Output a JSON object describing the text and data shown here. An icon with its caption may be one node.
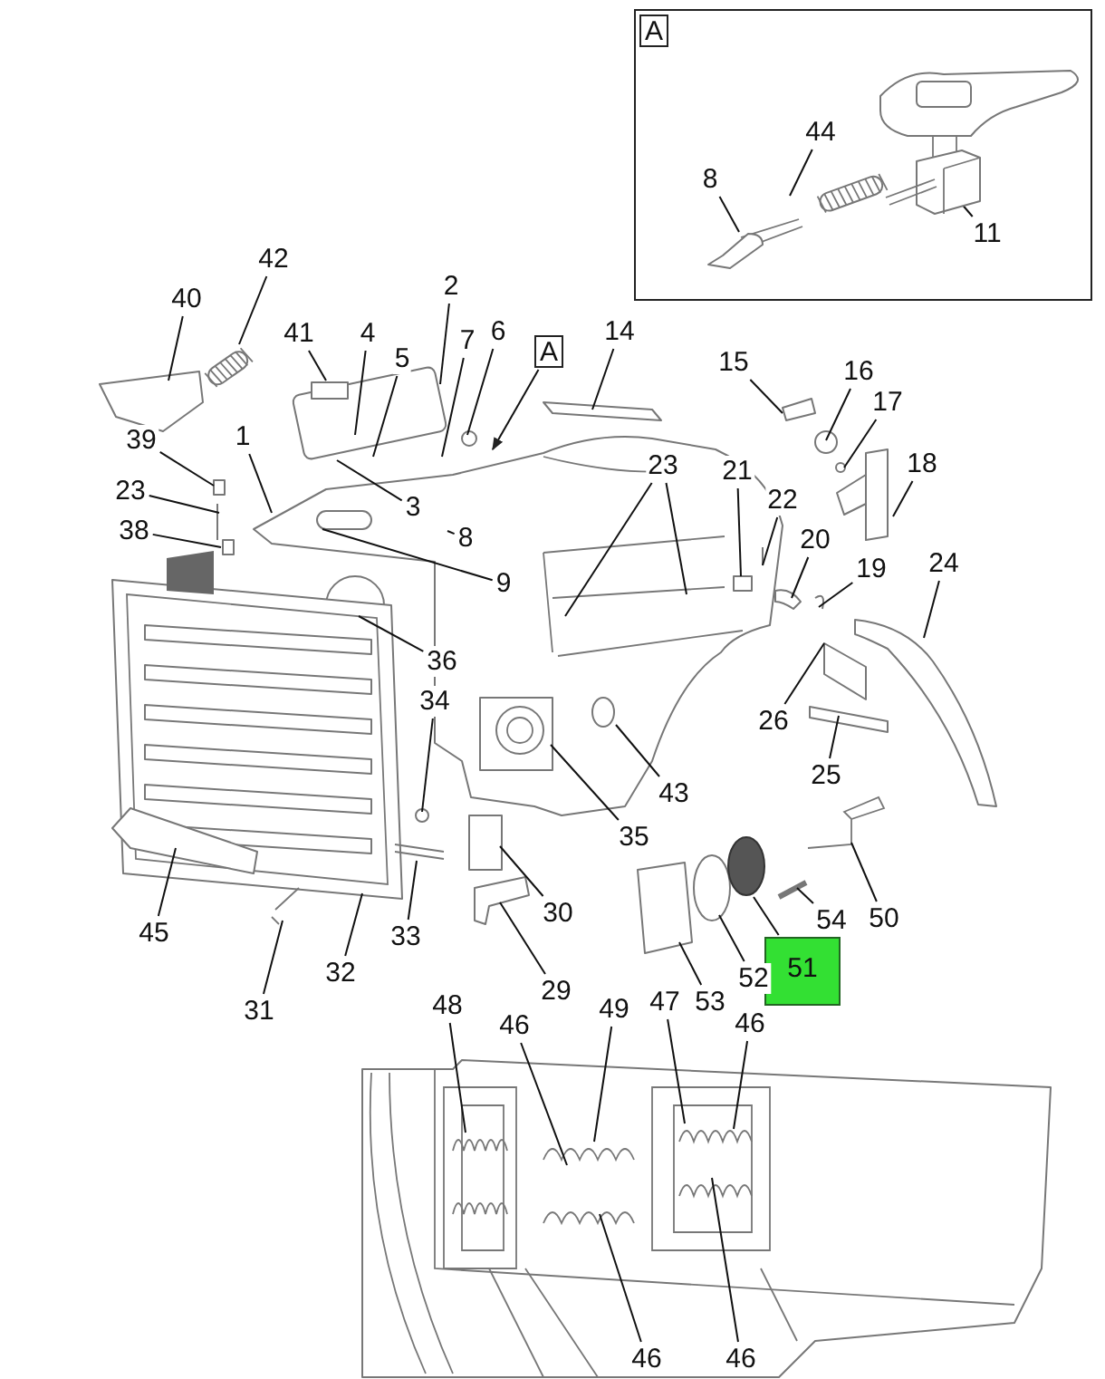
{
  "diagram": {
    "nodes": [
      {
        "text": [],
        "shape": "box"
      },
      {
        "text": [
          "44"
        ],
        "in": 0
      },
      {
        "text": [
          "8"
        ],
        "in": 0
      },
      {
        "text": [
          "11"
        ],
        "in": 0
      },
      {
        "text": [
          "42"
        ]
      },
      {
        "text": [
          "40"
        ]
      },
      {
        "text": [
          "41"
        ]
      },
      {
        "text": [
          "2"
        ]
      },
      {
        "text": [
          "4"
        ]
      },
      {
        "text": [
          "5"
        ]
      },
      {
        "text": [
          "7"
        ]
      },
      {
        "text": [
          "6"
        ]
      },
      {
        "text": [
          "A"
        ]
      },
      {
        "text": [
          "14"
        ]
      },
      {
        "text": [
          "1"
        ]
      },
      {
        "text": [
          "39"
        ]
      },
      {
        "text": [
          "23"
        ]
      },
      {
        "text": [
          "38"
        ]
      },
      {
        "text": [
          "3"
        ]
      },
      {
        "text": [
          "8"
        ]
      },
      {
        "text": [
          "9"
        ]
      },
      {
        "text": [
          "36"
        ]
      },
      {
        "text": [
          "15"
        ]
      },
      {
        "text": [
          "16"
        ]
      },
      {
        "text": [
          "17"
        ]
      },
      {
        "text": [
          "18"
        ]
      },
      {
        "text": [
          "23"
        ]
      },
      {
        "text": [
          "21"
        ]
      },
      {
        "text": [
          "22"
        ]
      },
      {
        "text": [
          "20"
        ]
      },
      {
        "text": [
          "19"
        ]
      },
      {
        "text": [
          "24"
        ]
      },
      {
        "text": [
          "26"
        ]
      },
      {
        "text": [
          "25"
        ]
      },
      {
        "text": [
          "43"
        ]
      },
      {
        "text": [
          "35"
        ]
      },
      {
        "text": [
          "34"
        ]
      },
      {
        "text": [
          "45"
        ]
      },
      {
        "text": [
          "32"
        ]
      },
      {
        "text": [
          "31"
        ]
      },
      {
        "text": [
          "33"
        ]
      },
      {
        "text": [
          "30"
        ]
      },
      {
        "text": [
          "29"
        ]
      },
      {
        "text": [
          "50"
        ]
      },
      {
        "text": [
          "54"
        ]
      },
      {
        "text": [
          "51"
        ]
      },
      {
        "text": [
          "52"
        ]
      },
      {
        "text": [
          "53"
        ]
      },
      {
        "text": [
          "48"
        ]
      },
      {
        "text": [
          "46"
        ]
      },
      {
        "text": [
          "49"
        ]
      },
      {
        "text": [
          "47"
        ]
      },
      {
        "text": [
          "46"
        ]
      },
      {
        "text": [
          "46"
        ]
      },
      {
        "text": [
          "46"
        ]
      },
      {
        "text": [
          "A"
        ],
        "in": 0
      }
    ],
    "edges": [
      {
        "from": 1,
        "to": null,
        "arrow": "none"
      },
      {
        "from": 2,
        "to": null,
        "arrow": "none"
      },
      {
        "from": 3,
        "to": null,
        "arrow": "none"
      },
      {
        "from": 4,
        "to": null,
        "arrow": "none"
      },
      {
        "from": 5,
        "to": null,
        "arrow": "none"
      },
      {
        "from": 6,
        "to": null,
        "arrow": "none"
      },
      {
        "from": 7,
        "to": null,
        "arrow": "none"
      },
      {
        "from": 8,
        "to": null,
        "arrow": "none"
      },
      {
        "from": 9,
        "to": null,
        "arrow": "none"
      },
      {
        "from": 10,
        "to": null,
        "arrow": "none"
      },
      {
        "from": 11,
        "to": null,
        "arrow": "none"
      },
      {
        "from": 12,
        "to": null,
        "arrow": "to"
      },
      {
        "from": 13,
        "to": null,
        "arrow": "none"
      },
      {
        "from": 14,
        "to": null,
        "arrow": "none"
      },
      {
        "from": 15,
        "to": null,
        "arrow": "none"
      },
      {
        "from": 16,
        "to": null,
        "arrow": "none"
      },
      {
        "from": 17,
        "to": null,
        "arrow": "none"
      },
      {
        "from": 18,
        "to": null,
        "arrow": "none"
      },
      {
        "from": 19,
        "to": null,
        "arrow": "none"
      },
      {
        "from": 20,
        "to": null,
        "arrow": "none"
      },
      {
        "from": 21,
        "to": null,
        "arrow": "none"
      },
      {
        "from": 22,
        "to": null,
        "arrow": "none"
      },
      {
        "from": 23,
        "to": null,
        "arrow": "none"
      },
      {
        "from": 24,
        "to": null,
        "arrow": "none"
      },
      {
        "from": 25,
        "to": null,
        "arrow": "none"
      },
      {
        "from": 26,
        "to": null,
        "arrow": "none"
      },
      {
        "from": 26,
        "to": null,
        "arrow": "none"
      },
      {
        "from": 27,
        "to": null,
        "arrow": "none"
      },
      {
        "from": 28,
        "to": null,
        "arrow": "none"
      },
      {
        "from": 29,
        "to": null,
        "arrow": "none"
      },
      {
        "from": 30,
        "to": null,
        "arrow": "none"
      },
      {
        "from": 31,
        "to": null,
        "arrow": "none"
      },
      {
        "from": 32,
        "to": null,
        "arrow": "none"
      },
      {
        "from": 33,
        "to": null,
        "arrow": "none"
      },
      {
        "from": 34,
        "to": null,
        "arrow": "none"
      },
      {
        "from": 35,
        "to": null,
        "arrow": "none"
      },
      {
        "from": 36,
        "to": null,
        "arrow": "none"
      },
      {
        "from": 37,
        "to": null,
        "arrow": "none"
      },
      {
        "from": 38,
        "to": null,
        "arrow": "none"
      },
      {
        "from": 39,
        "to": null,
        "arrow": "none"
      },
      {
        "from": 40,
        "to": null,
        "arrow": "none"
      },
      {
        "from": 41,
        "to": null,
        "arrow": "none"
      },
      {
        "from": 42,
        "to": null,
        "arrow": "none"
      },
      {
        "from": 43,
        "to": null,
        "arrow": "none"
      },
      {
        "from": 44,
        "to": null,
        "arrow": "none"
      },
      {
        "from": 45,
        "to": null,
        "arrow": "none"
      },
      {
        "from": 46,
        "to": null,
        "arrow": "none"
      },
      {
        "from": 47,
        "to": null,
        "arrow": "none"
      },
      {
        "from": 48,
        "to": null,
        "arrow": "none"
      },
      {
        "from": 49,
        "to": null,
        "arrow": "none"
      },
      {
        "from": 50,
        "to": null,
        "arrow": "none"
      },
      {
        "from": 51,
        "to": null,
        "arrow": "none"
      },
      {
        "from": 52,
        "to": null,
        "arrow": "none"
      },
      {
        "from": 53,
        "to": null,
        "arrow": "none"
      },
      {
        "from": 54,
        "to": null,
        "arrow": "none"
      }
    ]
  }
}
